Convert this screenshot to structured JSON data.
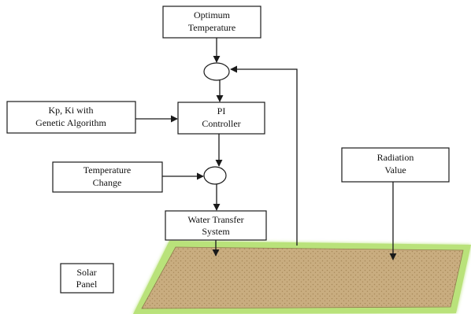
{
  "blocks": {
    "optimum_temperature": [
      "Optimum",
      "Temperature"
    ],
    "kp_ki": [
      "Kp, Ki with",
      "Genetic Algorithm"
    ],
    "pi_controller": [
      "PI",
      "Controller"
    ],
    "temperature_change": [
      "Temperature",
      "Change"
    ],
    "water_transfer": [
      "Water Transfer",
      "System"
    ],
    "radiation": [
      "Radiation",
      "Value"
    ],
    "solar_panel": [
      "Solar",
      "Panel"
    ]
  },
  "colors": {
    "panel_fill": "#c9ad80",
    "panel_frame": "#b9e27a",
    "panel_dots": "#a8895a"
  }
}
